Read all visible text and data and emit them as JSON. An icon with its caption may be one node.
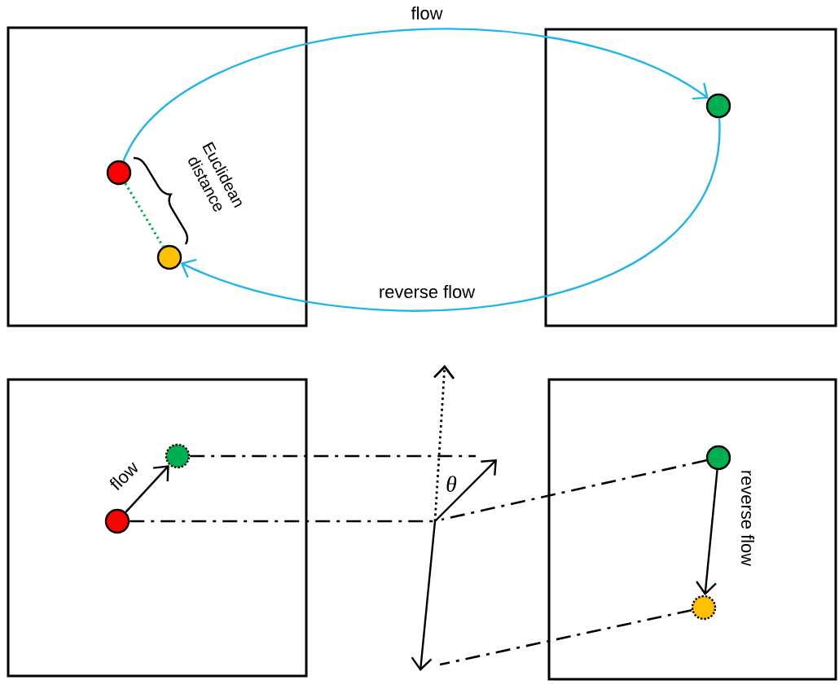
{
  "diagram": {
    "nodes": [
      {
        "text": [],
        "shape": "box"
      },
      {
        "text": [],
        "shape": "box"
      },
      {
        "text": [],
        "shape": "circle",
        "in": 0
      },
      {
        "text": [],
        "shape": "circle",
        "in": 0
      },
      {
        "text": [],
        "shape": "circle",
        "in": 1
      },
      {
        "text": [],
        "shape": "box"
      },
      {
        "text": [],
        "shape": "box"
      },
      {
        "text": [],
        "shape": "circle",
        "in": 5
      },
      {
        "text": [],
        "shape": "circle",
        "in": 5
      },
      {
        "text": [],
        "shape": "circle",
        "in": 6
      },
      {
        "text": [],
        "shape": "circle",
        "in": 6
      }
    ],
    "edges": [
      {
        "from": 2,
        "to": 4,
        "arrow": "to",
        "label": "flow",
        "color": "#1fb4ec"
      },
      {
        "from": 4,
        "to": 3,
        "arrow": "to",
        "label": "reverse flow",
        "color": "#1fb4ec"
      },
      {
        "from": 2,
        "to": 3,
        "arrow": "none",
        "style": "dashed",
        "color": "#00b050"
      },
      {
        "from": 7,
        "to": 8,
        "arrow": "to",
        "label": "flow"
      },
      {
        "from": 9,
        "to": 10,
        "arrow": "to",
        "label": "reverse flow"
      },
      {
        "from": 8,
        "to": null,
        "arrow": "none",
        "style": "dashed"
      },
      {
        "from": 7,
        "to": null,
        "arrow": "none",
        "style": "dashed"
      },
      {
        "from": 9,
        "to": null,
        "arrow": "none",
        "style": "dashed"
      },
      {
        "from": 10,
        "to": null,
        "arrow": "none",
        "style": "dashed"
      }
    ],
    "labels": [
      "Euclidean distance",
      "θ"
    ]
  }
}
